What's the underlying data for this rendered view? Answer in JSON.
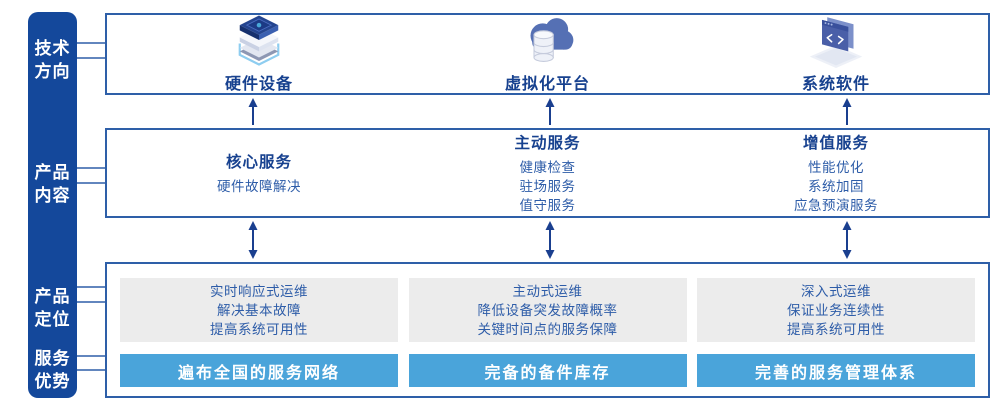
{
  "colors": {
    "navy": "#14489b",
    "border": "#2e5fa8",
    "heading": "#17418f",
    "bodytext": "#2d5ca8",
    "panelgray": "#ececec",
    "barblue": "#4aa4da",
    "arrow": "#1a3f8f"
  },
  "sidebar": {
    "items": [
      {
        "line1": "技术",
        "line2": "方向"
      },
      {
        "line1": "产品",
        "line2": "内容"
      },
      {
        "line1": "产品",
        "line2": "定位"
      },
      {
        "line1": "服务",
        "line2": "优势"
      }
    ]
  },
  "tech_row": {
    "columns": [
      {
        "icon": "server-stack-icon",
        "label": "硬件设备"
      },
      {
        "icon": "cloud-database-icon",
        "label": "虚拟化平台"
      },
      {
        "icon": "code-window-icon",
        "label": "系统软件"
      }
    ]
  },
  "content_row": {
    "columns": [
      {
        "heading": "核心服务",
        "items": [
          "硬件故障解决"
        ]
      },
      {
        "heading": "主动服务",
        "items": [
          "健康检查",
          "驻场服务",
          "值守服务"
        ]
      },
      {
        "heading": "增值服务",
        "items": [
          "性能优化",
          "系统加固",
          "应急预演服务"
        ]
      }
    ]
  },
  "bottom_row": {
    "columns": [
      {
        "positioning": [
          "实时响应式运维",
          "解决基本故障",
          "提高系统可用性"
        ],
        "advantage": "遍布全国的服务网络"
      },
      {
        "positioning": [
          "主动式运维",
          "降低设备突发故障概率",
          "关键时间点的服务保障"
        ],
        "advantage": "完备的备件库存"
      },
      {
        "positioning": [
          "深入式运维",
          "保证业务连续性",
          "提高系统可用性"
        ],
        "advantage": "完善的服务管理体系"
      }
    ]
  }
}
